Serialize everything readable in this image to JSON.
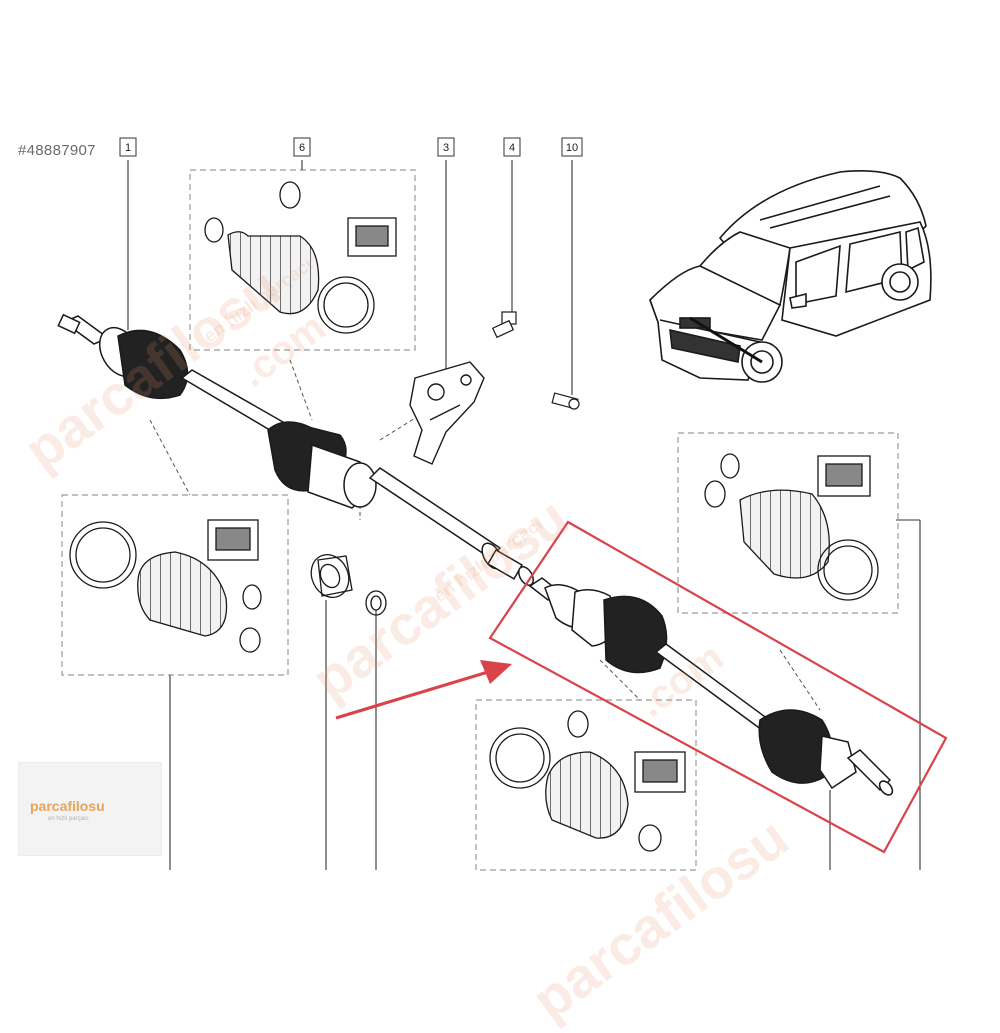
{
  "reference_id": "#48887907",
  "callouts": {
    "c1": "1",
    "c6": "6",
    "c3": "3",
    "c4": "4",
    "c10": "10"
  },
  "watermark": {
    "brand": "parcafilosu",
    "tagline": "en hızlı parçacı",
    "com": ".com"
  },
  "colors": {
    "highlight_box": "#d9434a",
    "arrow": "#d9434a",
    "line_art": "#1a1a1a",
    "dashed_frame": "#9a9a9a"
  }
}
